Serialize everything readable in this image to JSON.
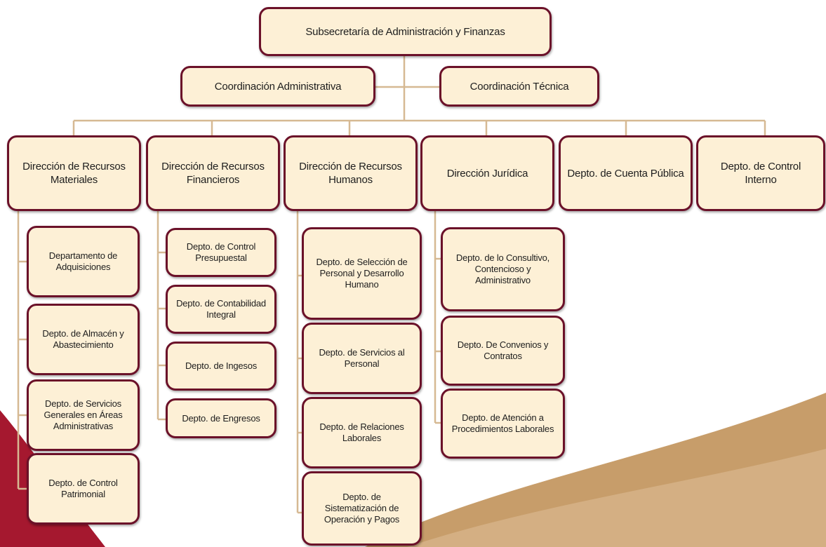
{
  "colors": {
    "box_fill": "#fdf0d6",
    "box_border": "#6b1129",
    "connector": "#d6b993",
    "decor_red": "#a5182f",
    "decor_tan": "#c79d6a"
  },
  "root": "Subsecretaría de Administración y Finanzas",
  "coordinations": {
    "administrativa": "Coordinación Administrativa",
    "tecnica": "Coordinación Técnica"
  },
  "directions": [
    "Dirección de Recursos\nMateriales",
    "Dirección de Recursos\nFinancieros",
    "Dirección de Recursos\nHumanos",
    "Dirección Jurídica",
    "Depto. de Cuenta Pública",
    "Depto. de Control Interno"
  ],
  "materiales": [
    "Departamento de\nAdquisiciones",
    "Depto. de Almacén y\nAbastecimiento",
    "Depto. de Servicios\nGenerales en Áreas\nAdministrativas",
    "Depto. de Control\nPatrimonial"
  ],
  "financieros": [
    "Depto. de Control\nPresupuestal",
    "Depto. de Contabilidad\nIntegral",
    "Depto. de Ingesos",
    "Depto. de Engresos"
  ],
  "humanos": [
    "Depto. de Selección de\nPersonal y Desarrollo\nHumano",
    "Depto. de Servicios al\nPersonal",
    "Depto. de Relaciones\nLaborales",
    "Depto. de\nSistematización de\nOperación y Pagos"
  ],
  "juridica": [
    "Depto. de lo Consultivo,\nContencioso y\nAdministrativo",
    "Depto. De Convenios y\nContratos",
    "Depto. de Atención a\nProcedimientos Laborales"
  ]
}
